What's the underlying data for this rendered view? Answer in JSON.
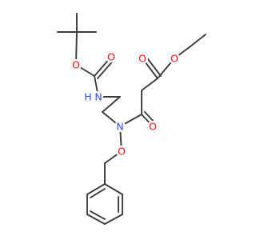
{
  "molecule": {
    "colors": {
      "bond": "#3c3c3c",
      "carbon": "#3c3c3c",
      "oxygen": "#ff0d0d",
      "nitrogen": "#2f50f8"
    },
    "atom_labels": {
      "o_boc_ether": "O",
      "o_boc_carbonyl": "O",
      "nh": "H",
      "nh_n": "N",
      "o_amide": "O",
      "n_amide": "N",
      "o_benzyloxy": "O",
      "o_ester_carbonyl": "O",
      "o_ester_ether": "O"
    }
  }
}
